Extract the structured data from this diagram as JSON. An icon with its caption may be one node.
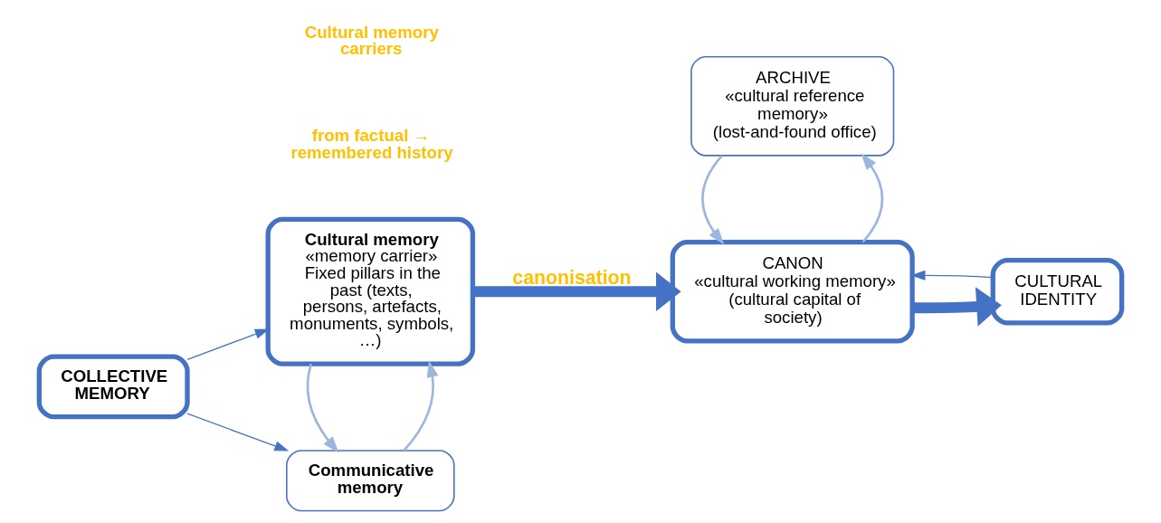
{
  "diagram": {
    "nodes": [
      {
        "text": [
          "COLLECTIVE MEMORY"
        ]
      },
      {
        "text": [
          "Communicative memory"
        ]
      },
      {
        "text": [
          "Cultural memory",
          "«memory carrier»",
          "Fixed pillars in the past (texts, persons, artefacts, monuments, symbols, …)"
        ]
      },
      {
        "text": [
          "CANON",
          "«cultural working memory»",
          "(cultural capital of society)"
        ]
      },
      {
        "text": [
          "CULTURAL IDENTITY"
        ]
      },
      {
        "text": [
          "ARCHIVE",
          "«cultural reference memory»",
          "(lost-and-found office)"
        ]
      }
    ],
    "edges": [
      {
        "from": 0,
        "to": 1,
        "arrow": "to"
      },
      {
        "from": 0,
        "to": 2,
        "arrow": "to"
      },
      {
        "from": 1,
        "to": 2,
        "arrow": "to",
        "color": "#9db6e0"
      },
      {
        "from": 2,
        "to": 1,
        "arrow": "to",
        "color": "#9db6e0"
      },
      {
        "from": 2,
        "to": 3,
        "arrow": "to",
        "label": "canonisation",
        "style": "thick"
      },
      {
        "from": 3,
        "to": 4,
        "arrow": "to",
        "style": "thick"
      },
      {
        "from": 4,
        "to": 3,
        "arrow": "to"
      },
      {
        "from": 3,
        "to": 5,
        "arrow": "to",
        "color": "#9db6e0"
      },
      {
        "from": 5,
        "to": 3,
        "arrow": "to",
        "color": "#9db6e0"
      }
    ],
    "labels": [
      "from factual → remembered history",
      "Cultural memory carriers"
    ]
  }
}
